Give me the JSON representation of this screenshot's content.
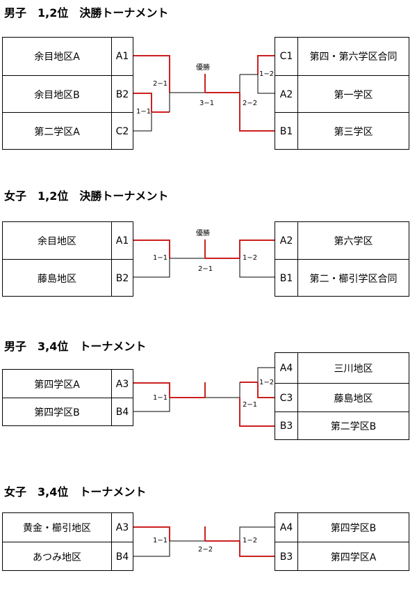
{
  "sections": [
    {
      "title": "男子　1,2位　決勝トーナメント",
      "champion_label": "優勝",
      "left": [
        {
          "name": "余目地区A",
          "seed": "A1"
        },
        {
          "name": "余目地区B",
          "seed": "B2"
        },
        {
          "name": "第二学区A",
          "seed": "C2"
        }
      ],
      "right": [
        {
          "seed": "C1",
          "name": "第四・第六学区合同"
        },
        {
          "seed": "A2",
          "name": "第一学区"
        },
        {
          "seed": "B1",
          "name": "第三学区"
        }
      ],
      "scores": {
        "l1": "1−1",
        "l2": "2−1",
        "final": "3−1",
        "r1": "1−2",
        "r2": "2−2"
      }
    },
    {
      "title": "女子　1,2位　決勝トーナメント",
      "champion_label": "優勝",
      "left": [
        {
          "name": "余目地区",
          "seed": "A1"
        },
        {
          "name": "藤島地区",
          "seed": "B2"
        }
      ],
      "right": [
        {
          "seed": "A2",
          "name": "第六学区"
        },
        {
          "seed": "B1",
          "name": "第二・櫛引学区合同"
        }
      ],
      "scores": {
        "l": "1−1",
        "final": "2−1",
        "r": "1−2"
      }
    },
    {
      "title": "男子　3,4位　トーナメント",
      "left": [
        {
          "name": "第四学区A",
          "seed": "A3"
        },
        {
          "name": "第四学区B",
          "seed": "B4"
        }
      ],
      "right": [
        {
          "seed": "A4",
          "name": "三川地区"
        },
        {
          "seed": "C3",
          "name": "藤島地区"
        },
        {
          "seed": "B3",
          "name": "第二学区B"
        }
      ],
      "scores": {
        "l": "1−1",
        "r1": "1−2",
        "r2": "2−1"
      }
    },
    {
      "title": "女子　3,4位　トーナメント",
      "left": [
        {
          "name": "黄金・櫛引地区",
          "seed": "A3"
        },
        {
          "name": "あつみ地区",
          "seed": "B4"
        }
      ],
      "right": [
        {
          "seed": "A4",
          "name": "第四学区B"
        },
        {
          "seed": "B3",
          "name": "第四学区A"
        }
      ],
      "scores": {
        "l": "1−1",
        "final": "2−2",
        "r": "1−2"
      }
    }
  ],
  "colors": {
    "win": "#cc1f1f",
    "line": "#000000"
  }
}
